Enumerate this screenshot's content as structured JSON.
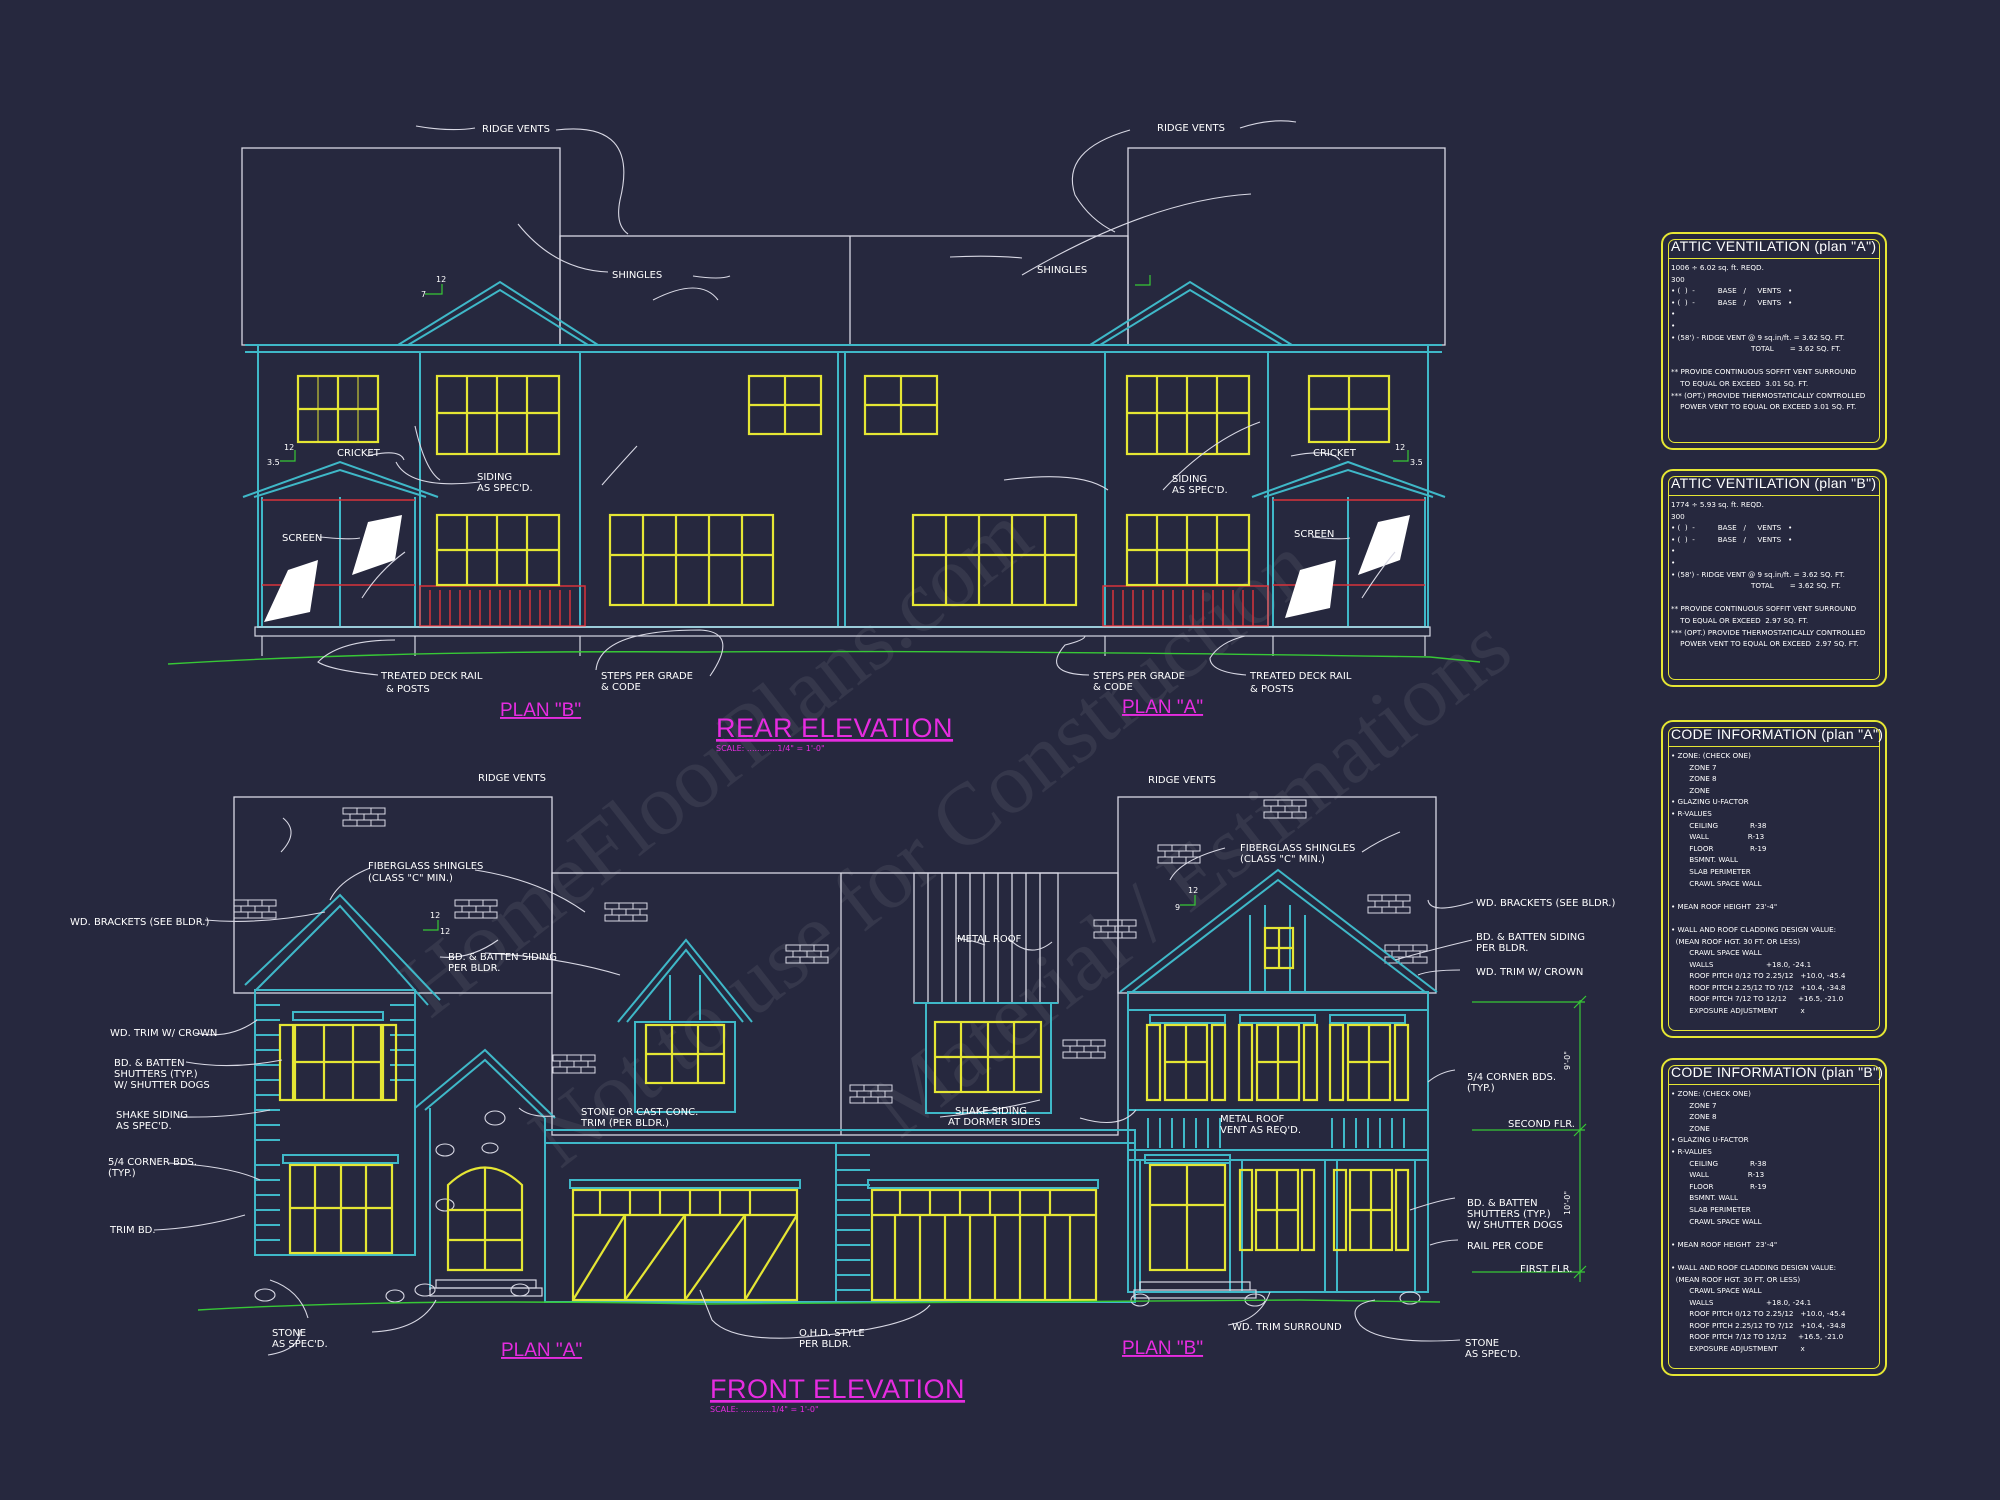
{
  "watermark": [
    "HomeFloorPlans.com",
    "Not to use for Construction",
    "Material / Estimations"
  ],
  "rear": {
    "title": "REAR ELEVATION",
    "scale": "SCALE: ............1/4\" = 1'-0\"",
    "plan_left": "PLAN \"B\"",
    "plan_right": "PLAN \"A\"",
    "notes": {
      "ridge_vents_l": "RIDGE VENTS",
      "ridge_vents_r": "RIDGE VENTS",
      "shingles_l": "SHINGLES",
      "shingles_r": "SHINGLES",
      "cricket_l": "CRICKET",
      "cricket_r": "CRICKET",
      "siding_l1": "SIDING",
      "siding_l2": "AS SPEC'D.",
      "siding_r1": "SIDING",
      "siding_r2": "AS SPEC'D.",
      "screen_l": "SCREEN",
      "screen_r": "SCREEN",
      "deck_l1": "TREATED DECK RAIL",
      "deck_l2": "& POSTS",
      "steps_l1": "STEPS PER GRADE",
      "steps_l2": "& CODE",
      "steps_r1": "STEPS PER GRADE",
      "steps_r2": "& CODE",
      "deck_r1": "TREATED DECK RAIL",
      "deck_r2": "& POSTS",
      "pitch_12": "12",
      "pitch_7": "7",
      "pitch_35": "3.5"
    }
  },
  "front": {
    "title": "FRONT ELEVATION",
    "scale": "SCALE: ............1/4\" = 1'-0\"",
    "plan_left": "PLAN \"A\"",
    "plan_right": "PLAN \"B\"",
    "notes": {
      "ridge_vents_l": "RIDGE VENTS",
      "ridge_vents_r": "RIDGE VENTS",
      "fg_shingles_l1": "FIBERGLASS SHINGLES",
      "fg_shingles_l2": "(CLASS \"C\" MIN.)",
      "fg_shingles_r1": "FIBERGLASS SHINGLES",
      "fg_shingles_r2": "(CLASS \"C\" MIN.)",
      "wd_brackets_l": "WD. BRACKETS (SEE BLDR.)",
      "wd_brackets_r": "WD. BRACKETS (SEE BLDR.)",
      "bd_batten_l1": "BD. & BATTEN SIDING",
      "bd_batten_l2": "PER BLDR.",
      "bd_batten_r1": "BD. & BATTEN SIDING",
      "bd_batten_r2": "PER BLDR.",
      "metal_roof": "METAL ROOF",
      "wd_trim_crown_l": "WD. TRIM W/ CROWN",
      "wd_trim_crown_r": "WD. TRIM W/ CROWN",
      "shutters_l1": "BD. & BATTEN",
      "shutters_l2": "SHUTTERS (TYP.)",
      "shutters_l3": "W/ SHUTTER DOGS",
      "shake_l1": "SHAKE SIDING",
      "shake_l2": "AS SPEC'D.",
      "corner_l1": "5/4 CORNER BDS.",
      "corner_l2": "(TYP.)",
      "trim_bd": "TRIM BD.",
      "stone_trim1": "STONE OR CAST CONC.",
      "stone_trim2": "TRIM (PER BLDR.)",
      "shake_dormer1": "SHAKE SIDING",
      "shake_dormer2": "AT DORMER SIDES",
      "metal_roof_vent1": "METAL ROOF",
      "metal_roof_vent2": "VENT AS REQ'D.",
      "corner_r1": "5/4 CORNER BDS.",
      "corner_r2": "(TYP.)",
      "second_flr": "SECOND FLR.",
      "first_flr": "FIRST FLR.",
      "shutters_r1": "BD. & BATTEN",
      "shutters_r2": "SHUTTERS (TYP.)",
      "shutters_r3": "W/ SHUTTER DOGS",
      "rail_code": "RAIL PER CODE",
      "stone_l1": "STONE",
      "stone_l2": "AS SPEC'D.",
      "ohd1": "O.H.D. STYLE",
      "ohd2": "PER BLDR.",
      "wd_trim_surround": "WD. TRIM SURROUND",
      "stone_r1": "STONE",
      "stone_r2": "AS SPEC'D.",
      "dim_1": "9'-0\"",
      "dim_2": "10'-0\"",
      "pitch_12": "12",
      "pitch_9": "9"
    }
  },
  "panels": [
    {
      "title": "ATTIC VENTILATION  (plan \"A\")",
      "lines": [
        "1006 ÷ 6.02 sq. ft. REQD.",
        "300",
        "• (  )  -          BASE   /     VENTS   •",
        "• (  )  -          BASE   /     VENTS   •",
        "•",
        "•",
        "• (58') - RIDGE VENT @ 9 sq.in/ft. = 3.62 SQ. FT.",
        "                                   TOTAL       = 3.62 SQ. FT.",
        "",
        "** PROVIDE CONTINUOUS SOFFIT VENT SURROUND",
        "    TO EQUAL OR EXCEED  3.01 SQ. FT.",
        "*** (OPT.) PROVIDE THERMOSTATICALLY CONTROLLED",
        "    POWER VENT TO EQUAL OR EXCEED 3.01 SQ. FT."
      ]
    },
    {
      "title": "ATTIC VENTILATION  (plan \"B\")",
      "lines": [
        "1774 ÷ 5.93 sq. ft. REQD.",
        "300",
        "• (  )  -          BASE   /     VENTS   •",
        "• (  )  -          BASE   /     VENTS   •",
        "•",
        "•",
        "• (58') - RIDGE VENT @ 9 sq.in/ft. = 3.62 SQ. FT.",
        "                                   TOTAL       = 3.62 SQ. FT.",
        "",
        "** PROVIDE CONTINUOUS SOFFIT VENT SURROUND",
        "    TO EQUAL OR EXCEED  2.97 SQ. FT.",
        "*** (OPT.) PROVIDE THERMOSTATICALLY CONTROLLED",
        "    POWER VENT TO EQUAL OR EXCEED  2.97 SQ. FT."
      ]
    },
    {
      "title": "CODE INFORMATION  (plan \"A\")",
      "lines": [
        "• ZONE: (CHECK ONE)",
        "        ZONE 7",
        "        ZONE 8",
        "        ZONE",
        "• GLAZING U-FACTOR",
        "• R-VALUES",
        "        CEILING              R-38",
        "        WALL                 R-13",
        "        FLOOR                R-19",
        "        BSMNT. WALL",
        "        SLAB PERIMETER",
        "        CRAWL SPACE WALL",
        "",
        "• MEAN ROOF HEIGHT  23'-4\"",
        "",
        "• WALL AND ROOF CLADDING DESIGN VALUE:",
        "  (MEAN ROOF HGT. 30 FT. OR LESS)",
        "        CRAWL SPACE WALL",
        "        WALLS                       +18.0, -24.1",
        "        ROOF PITCH 0/12 TO 2.25/12   +10.0, -45.4",
        "        ROOF PITCH 2.25/12 TO 7/12   +10.4, -34.8",
        "        ROOF PITCH 7/12 TO 12/12     +16.5, -21.0",
        "        EXPOSURE ADJUSTMENT          x"
      ]
    },
    {
      "title": "CODE INFORMATION  (plan \"B\")",
      "lines": [
        "• ZONE: (CHECK ONE)",
        "        ZONE 7",
        "        ZONE 8",
        "        ZONE",
        "• GLAZING U-FACTOR",
        "• R-VALUES",
        "        CEILING              R-38",
        "        WALL                 R-13",
        "        FLOOR                R-19",
        "        BSMNT. WALL",
        "        SLAB PERIMETER",
        "        CRAWL SPACE WALL",
        "",
        "• MEAN ROOF HEIGHT  23'-4\"",
        "",
        "• WALL AND ROOF CLADDING DESIGN VALUE:",
        "  (MEAN ROOF HGT. 30 FT. OR LESS)",
        "        CRAWL SPACE WALL",
        "        WALLS                       +18.0, -24.1",
        "        ROOF PITCH 0/12 TO 2.25/12   +10.0, -45.4",
        "        ROOF PITCH 2.25/12 TO 7/12   +10.4, -34.8",
        "        ROOF PITCH 7/12 TO 12/12     +16.5, -21.0",
        "        EXPOSURE ADJUSTMENT          x"
      ]
    }
  ],
  "colors": {
    "background": "#26283e",
    "outline": "#d8d8e4",
    "siding": "#3fb8c8",
    "window": "#e5e634",
    "railing": "#d8323a",
    "title": "#e62ce0",
    "grade": "#37c836"
  }
}
